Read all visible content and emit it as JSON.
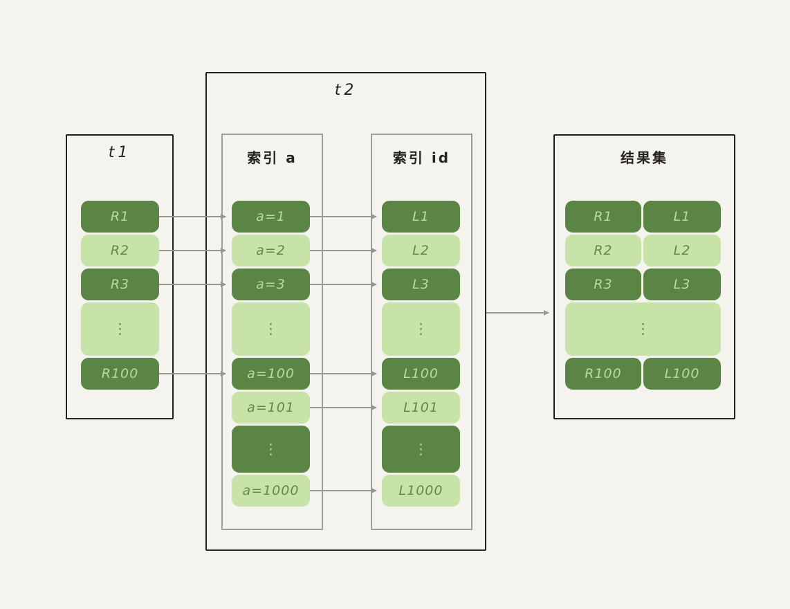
{
  "diagram": {
    "background": "#f4f3ee",
    "colors": {
      "dark_green": "#5a8544",
      "light_green": "#c8e3a8",
      "text_on_dark": "#b9dc99",
      "text_on_light": "#5f8a44",
      "outer_border": "#22201c",
      "inner_border": "#9c9c98",
      "arrow": "#969696"
    },
    "t1": {
      "title": "t1",
      "rows": [
        {
          "text": "R1",
          "variant": "dark"
        },
        {
          "text": "R2",
          "variant": "light"
        },
        {
          "text": "R3",
          "variant": "dark"
        },
        {
          "text": "⋮",
          "variant": "light",
          "kind": "dots"
        },
        {
          "text": "R100",
          "variant": "dark"
        }
      ]
    },
    "t2": {
      "title": "t2"
    },
    "index_a": {
      "title": "索引 a",
      "rows": [
        {
          "text": "a=1",
          "variant": "dark"
        },
        {
          "text": "a=2",
          "variant": "light"
        },
        {
          "text": "a=3",
          "variant": "dark"
        },
        {
          "text": "⋮",
          "variant": "light",
          "kind": "dots"
        },
        {
          "text": "a=100",
          "variant": "dark"
        },
        {
          "text": "a=101",
          "variant": "light"
        },
        {
          "text": "⋮",
          "variant": "dark",
          "kind": "dots"
        },
        {
          "text": "a=1000",
          "variant": "light"
        }
      ]
    },
    "index_id": {
      "title": "索引 id",
      "rows": [
        {
          "text": "L1",
          "variant": "dark"
        },
        {
          "text": "L2",
          "variant": "light"
        },
        {
          "text": "L3",
          "variant": "dark"
        },
        {
          "text": "⋮",
          "variant": "light",
          "kind": "dots"
        },
        {
          "text": "L100",
          "variant": "dark"
        },
        {
          "text": "L101",
          "variant": "light"
        },
        {
          "text": "⋮",
          "variant": "dark",
          "kind": "dots"
        },
        {
          "text": "L1000",
          "variant": "light"
        }
      ]
    },
    "result": {
      "title": "结果集",
      "rows": [
        {
          "left": "R1",
          "right": "L1",
          "variant": "dark"
        },
        {
          "left": "R2",
          "right": "L2",
          "variant": "light"
        },
        {
          "left": "R3",
          "right": "L3",
          "variant": "dark"
        },
        {
          "text": "⋮",
          "variant": "light",
          "kind": "dots"
        },
        {
          "left": "R100",
          "right": "L100",
          "variant": "dark"
        }
      ]
    },
    "connections": [
      {
        "from": "t1.R1",
        "to": "index_a.a=1"
      },
      {
        "from": "t1.R2",
        "to": "index_a.a=2"
      },
      {
        "from": "t1.R3",
        "to": "index_a.a=3"
      },
      {
        "from": "t1.R100",
        "to": "index_a.a=100"
      },
      {
        "from": "index_a.a=1",
        "to": "index_id.L1"
      },
      {
        "from": "index_a.a=2",
        "to": "index_id.L2"
      },
      {
        "from": "index_a.a=3",
        "to": "index_id.L3"
      },
      {
        "from": "index_a.a=100",
        "to": "index_id.L100"
      },
      {
        "from": "index_a.a=101",
        "to": "index_id.L101"
      },
      {
        "from": "index_a.a=1000",
        "to": "index_id.L1000"
      },
      {
        "from": "t2",
        "to": "result"
      }
    ]
  }
}
